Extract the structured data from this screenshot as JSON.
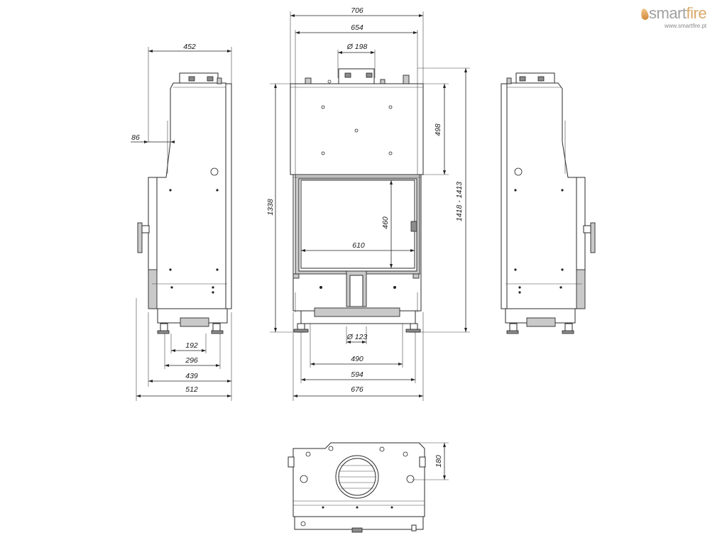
{
  "brand": {
    "name_gray": "smart",
    "name_accent": "fire",
    "url": "www.smartfire.pt",
    "accent_color": "#d9a86a"
  },
  "dimensions": {
    "side_top_width": "452",
    "side_offset": "86",
    "side_192": "192",
    "side_296": "296",
    "side_439": "439",
    "side_512": "512",
    "front_706": "706",
    "front_654": "654",
    "front_flue": "Ø 198",
    "front_height": "1338",
    "front_498": "498",
    "front_glass_h": "460",
    "front_glass_w": "610",
    "front_total_h": "1418 - 1413",
    "front_air": "Ø 123",
    "front_490": "490",
    "front_594": "594",
    "front_676": "676",
    "top_180": "180"
  }
}
